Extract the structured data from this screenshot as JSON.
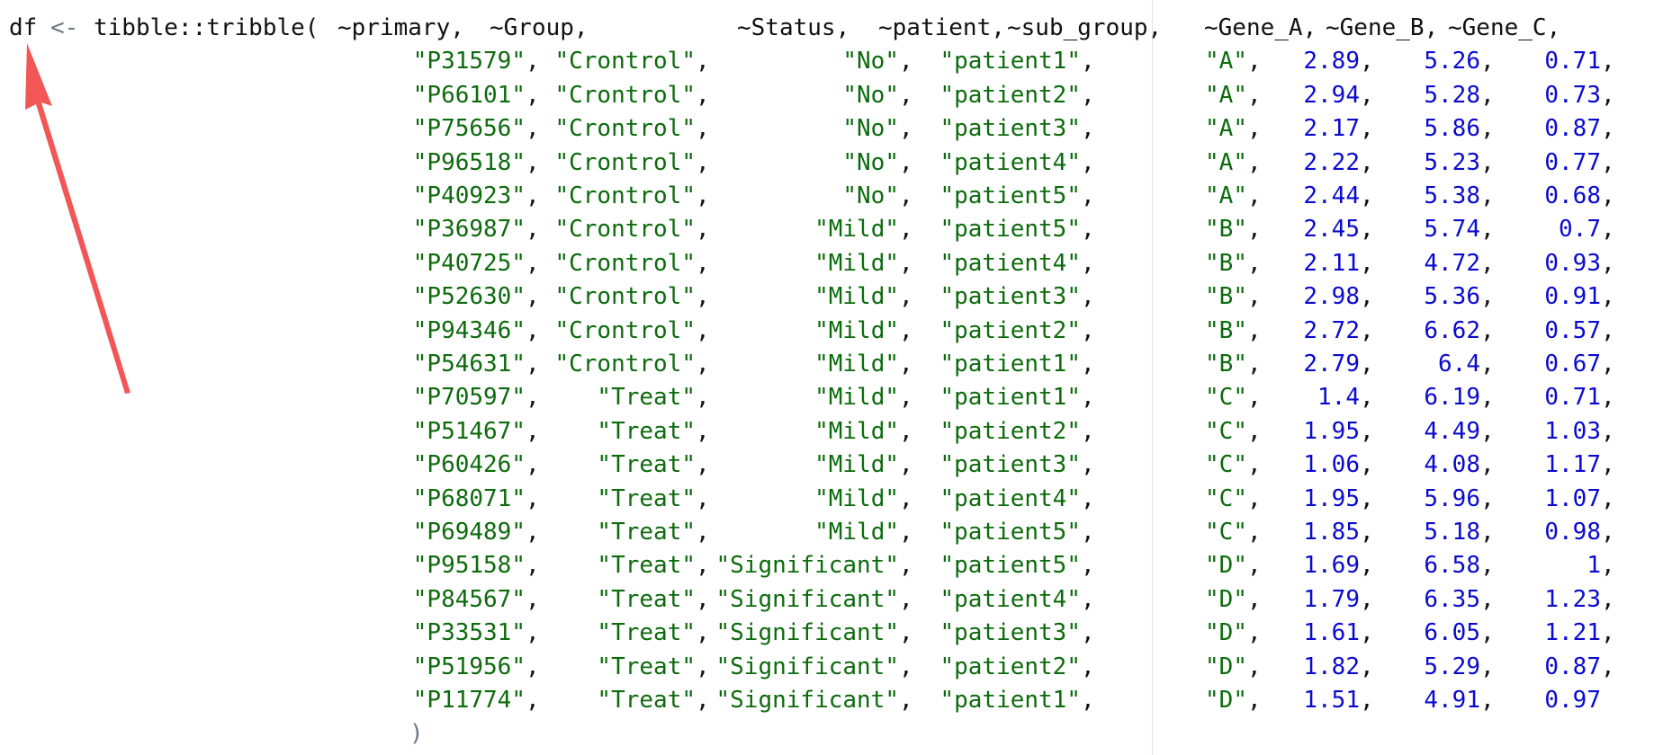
{
  "code": {
    "assign_lhs": "df",
    "assign_op": "<-",
    "call": "tibble::tribble(",
    "headers": [
      "~primary,",
      "~Group,",
      "~Status,",
      "~patient,",
      "~sub_group,",
      "~Gene_A,",
      "~Gene_B,",
      "~Gene_C,"
    ],
    "closing": ")",
    "rows": [
      [
        "\"P31579\"",
        "\"Crontrol\"",
        "\"No\"",
        "\"patient1\"",
        "\"A\"",
        "2.89",
        "5.26",
        "0.71"
      ],
      [
        "\"P66101\"",
        "\"Crontrol\"",
        "\"No\"",
        "\"patient2\"",
        "\"A\"",
        "2.94",
        "5.28",
        "0.73"
      ],
      [
        "\"P75656\"",
        "\"Crontrol\"",
        "\"No\"",
        "\"patient3\"",
        "\"A\"",
        "2.17",
        "5.86",
        "0.87"
      ],
      [
        "\"P96518\"",
        "\"Crontrol\"",
        "\"No\"",
        "\"patient4\"",
        "\"A\"",
        "2.22",
        "5.23",
        "0.77"
      ],
      [
        "\"P40923\"",
        "\"Crontrol\"",
        "\"No\"",
        "\"patient5\"",
        "\"A\"",
        "2.44",
        "5.38",
        "0.68"
      ],
      [
        "\"P36987\"",
        "\"Crontrol\"",
        "\"Mild\"",
        "\"patient5\"",
        "\"B\"",
        "2.45",
        "5.74",
        "0.7"
      ],
      [
        "\"P40725\"",
        "\"Crontrol\"",
        "\"Mild\"",
        "\"patient4\"",
        "\"B\"",
        "2.11",
        "4.72",
        "0.93"
      ],
      [
        "\"P52630\"",
        "\"Crontrol\"",
        "\"Mild\"",
        "\"patient3\"",
        "\"B\"",
        "2.98",
        "5.36",
        "0.91"
      ],
      [
        "\"P94346\"",
        "\"Crontrol\"",
        "\"Mild\"",
        "\"patient2\"",
        "\"B\"",
        "2.72",
        "6.62",
        "0.57"
      ],
      [
        "\"P54631\"",
        "\"Crontrol\"",
        "\"Mild\"",
        "\"patient1\"",
        "\"B\"",
        "2.79",
        "6.4",
        "0.67"
      ],
      [
        "\"P70597\"",
        "\"Treat\"",
        "\"Mild\"",
        "\"patient1\"",
        "\"C\"",
        "1.4",
        "6.19",
        "0.71"
      ],
      [
        "\"P51467\"",
        "\"Treat\"",
        "\"Mild\"",
        "\"patient2\"",
        "\"C\"",
        "1.95",
        "4.49",
        "1.03"
      ],
      [
        "\"P60426\"",
        "\"Treat\"",
        "\"Mild\"",
        "\"patient3\"",
        "\"C\"",
        "1.06",
        "4.08",
        "1.17"
      ],
      [
        "\"P68071\"",
        "\"Treat\"",
        "\"Mild\"",
        "\"patient4\"",
        "\"C\"",
        "1.95",
        "5.96",
        "1.07"
      ],
      [
        "\"P69489\"",
        "\"Treat\"",
        "\"Mild\"",
        "\"patient5\"",
        "\"C\"",
        "1.85",
        "5.18",
        "0.98"
      ],
      [
        "\"P95158\"",
        "\"Treat\"",
        "\"Significant\"",
        "\"patient5\"",
        "\"D\"",
        "1.69",
        "6.58",
        "1"
      ],
      [
        "\"P84567\"",
        "\"Treat\"",
        "\"Significant\"",
        "\"patient4\"",
        "\"D\"",
        "1.79",
        "6.35",
        "1.23"
      ],
      [
        "\"P33531\"",
        "\"Treat\"",
        "\"Significant\"",
        "\"patient3\"",
        "\"D\"",
        "1.61",
        "6.05",
        "1.21"
      ],
      [
        "\"P51956\"",
        "\"Treat\"",
        "\"Significant\"",
        "\"patient2\"",
        "\"D\"",
        "1.82",
        "5.29",
        "0.87"
      ],
      [
        "\"P11774\"",
        "\"Treat\"",
        "\"Significant\"",
        "\"patient1\"",
        "\"D\"",
        "1.51",
        "4.91",
        "0.97"
      ]
    ]
  },
  "colors": {
    "string": "#0d6b0d",
    "number": "#0a0acf",
    "arrow": "#f25656"
  }
}
